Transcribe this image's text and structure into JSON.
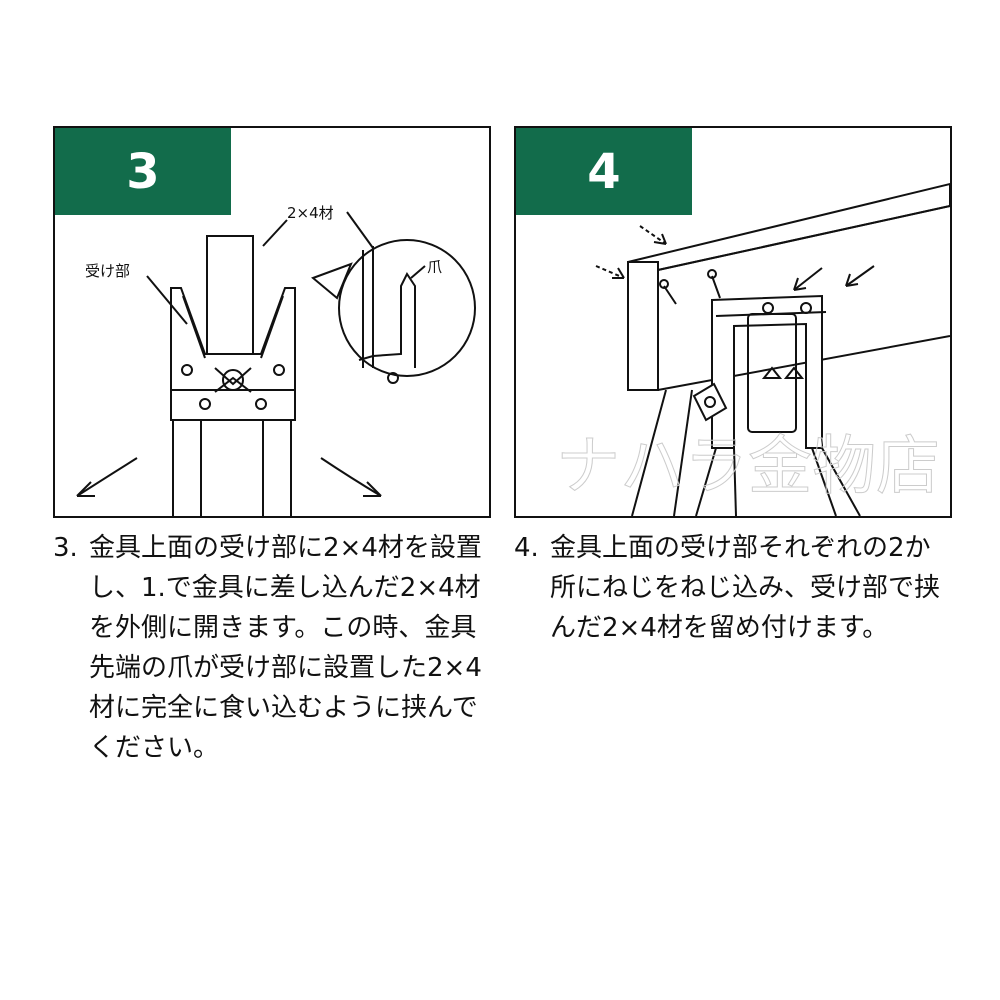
{
  "panel3": {
    "badge": "3",
    "label_lumber": "2×4材",
    "label_receiver": "受け部",
    "label_claw": "爪"
  },
  "panel4": {
    "badge": "4",
    "watermark": "ナハラ金物店"
  },
  "steps": [
    {
      "num": "3.",
      "text": "金具上面の受け部に2×4材を設置し、1.で金具に差し込んだ2×4材を外側に開きます。この時、金具先端の爪が受け部に設置した2×4材に完全に食い込むように挟んでください。"
    },
    {
      "num": "4.",
      "text": "金具上面の受け部それぞれの2か所にねじをねじ込み、受け部で挟んだ2×4材を留め付けます。"
    }
  ],
  "colors": {
    "badge": "#126c4b",
    "line": "#111111"
  }
}
